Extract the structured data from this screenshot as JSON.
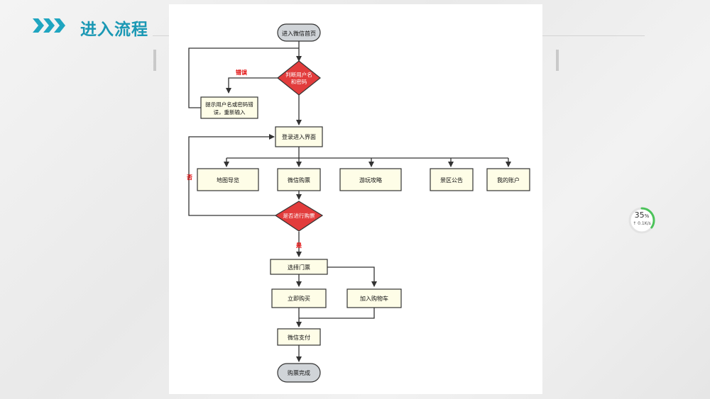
{
  "slide": {
    "title": "进入流程"
  },
  "flow": {
    "start": "进入微信首页",
    "check_login": "判断用户名\n和密码",
    "error_label": "错误",
    "error_prompt": "提示用户名或密码错\n误，重新输入",
    "login": "登录进入界面",
    "modules": [
      "地图导览",
      "微信购票",
      "游玩攻略",
      "景区公告",
      "我的账户"
    ],
    "check_buy": "是否进行购票",
    "no_label": "否",
    "yes_label": "是",
    "select_ticket": "选择门票",
    "buy_now": "立即购买",
    "add_cart": "加入购物车",
    "pay": "微信支付",
    "done": "购票完成"
  },
  "widget": {
    "percent": "35",
    "percent_unit": "%",
    "speed": "↑ 0.1K/s"
  },
  "colors": {
    "title": "#1a98b4",
    "chevron": "#1fa5c0",
    "decision_fill": "#e23c3c",
    "process_fill": "#fefde7",
    "terminal_fill": "#d0d4d8",
    "label_red": "#e00000",
    "widget_ring": "#4cc35a"
  }
}
